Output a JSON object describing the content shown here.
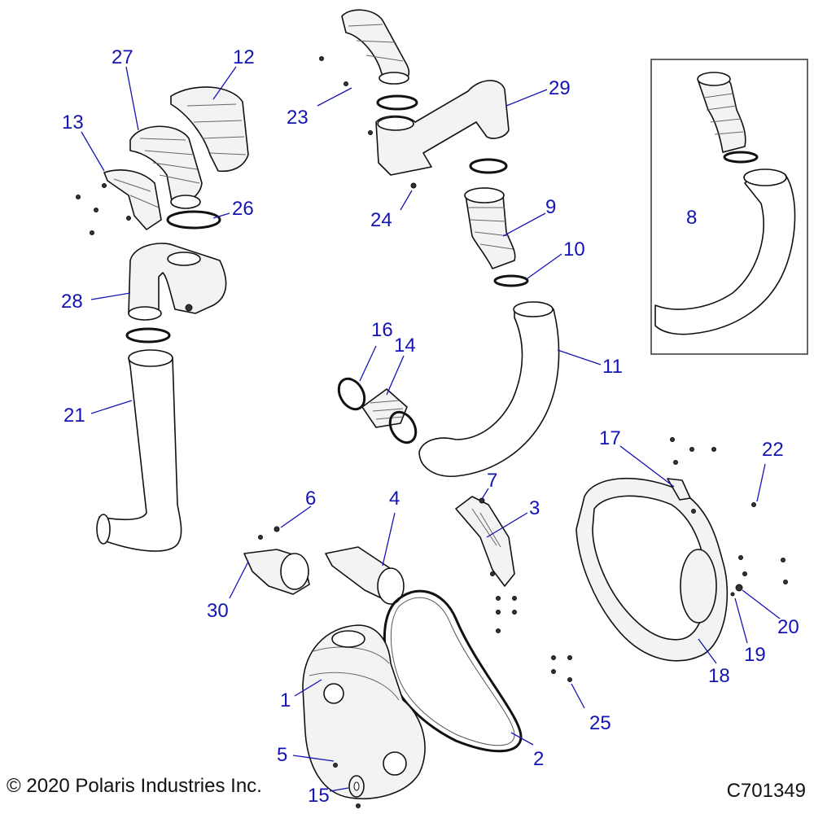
{
  "callouts": {
    "c1": "1",
    "c2": "2",
    "c3": "3",
    "c4": "4",
    "c5": "5",
    "c6": "6",
    "c7": "7",
    "c8": "8",
    "c9": "9",
    "c10": "10",
    "c11": "11",
    "c12": "12",
    "c13": "13",
    "c14": "14",
    "c15": "15",
    "c16": "16",
    "c17": "17",
    "c18": "18",
    "c19": "19",
    "c20": "20",
    "c21": "21",
    "c22": "22",
    "c23": "23",
    "c24": "24",
    "c25": "25",
    "c26": "26",
    "c27": "27",
    "c28": "28",
    "c29": "29",
    "c30": "30"
  },
  "footer": {
    "copyright": "© 2020 Polaris Industries Inc.",
    "drawing_id": "C701349"
  },
  "colors": {
    "callout": "#1414b4",
    "line": "#111111"
  }
}
